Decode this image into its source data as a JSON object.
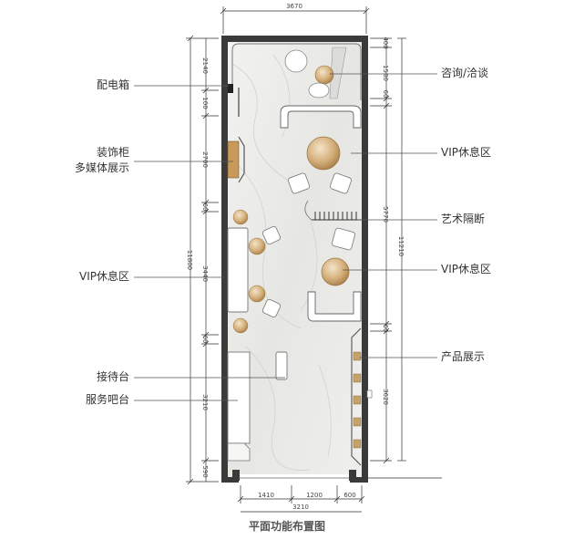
{
  "title": "平面功能布置图",
  "dimensions": {
    "top_overall": "3670",
    "bottom_overall": "3210",
    "bottom_segments": [
      "1410",
      "1200",
      "600"
    ],
    "left_overall": "11800",
    "left_segments": [
      "2140",
      "100",
      "2700",
      "60",
      "3440",
      "60",
      "3210",
      "590"
    ],
    "right_overall": "11210",
    "right_segments": [
      "400",
      "1580",
      "60",
      "5770",
      "60",
      "3620"
    ]
  },
  "labels_left": [
    "配电箱",
    "装饰柜",
    "多媒体展示",
    "VIP休息区",
    "接待台",
    "服务吧台"
  ],
  "labels_right": [
    "咨询/洽谈",
    "VIP休息区",
    "艺术隔断",
    "VIP休息区",
    "产品展示"
  ],
  "colors": {
    "wall": "#3a3a3a",
    "floor": "#ececea",
    "wood": "#c8a06a",
    "leader": "#555555"
  }
}
